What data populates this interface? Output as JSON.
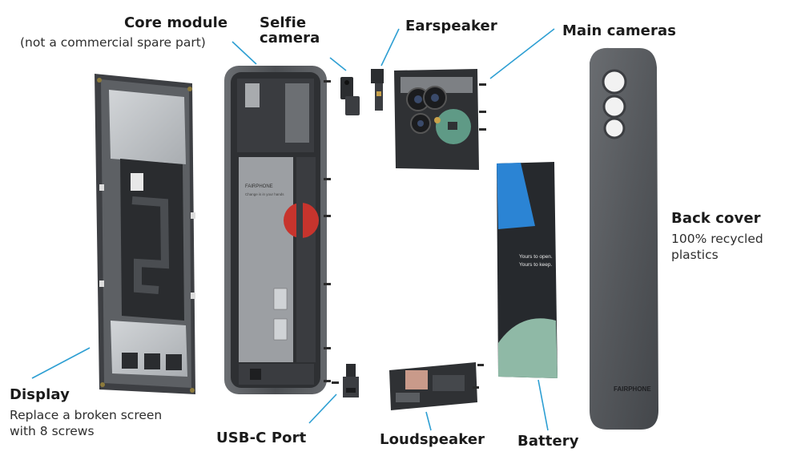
{
  "labels": {
    "core_module": {
      "title": "Core module",
      "subtitle": "(not a commercial spare part)"
    },
    "selfie_camera": {
      "line1": "Selfie",
      "line2": "camera"
    },
    "earspeaker": {
      "title": "Earspeaker"
    },
    "main_cameras": {
      "title": "Main cameras"
    },
    "back_cover": {
      "title": "Back cover",
      "line1": "100% recycled",
      "line2": "plastics"
    },
    "display": {
      "title": "Display",
      "line1": "Replace a broken screen",
      "line2": "with 8 screws"
    },
    "usbc_port": {
      "title": "USB-C Port"
    },
    "loudspeaker": {
      "title": "Loudspeaker"
    },
    "battery": {
      "title": "Battery"
    }
  },
  "printed": {
    "brand": "FAIRPHONE",
    "tagline": "Change is in your hands",
    "battery_line1": "Yours to open.",
    "battery_line2": "Yours to keep.",
    "cover_brand": "FAIRPHONE"
  },
  "colors": {
    "leader_line": "#2e9fd3",
    "frame": "#4a4c4f",
    "plate": "#b9bcbf",
    "board": "#2c2e31",
    "battery_body": "#26292d",
    "battery_blue": "#2b84d4",
    "battery_green": "#8fb9a6",
    "accent_red": "#c7342d",
    "cover": "#55585c"
  }
}
